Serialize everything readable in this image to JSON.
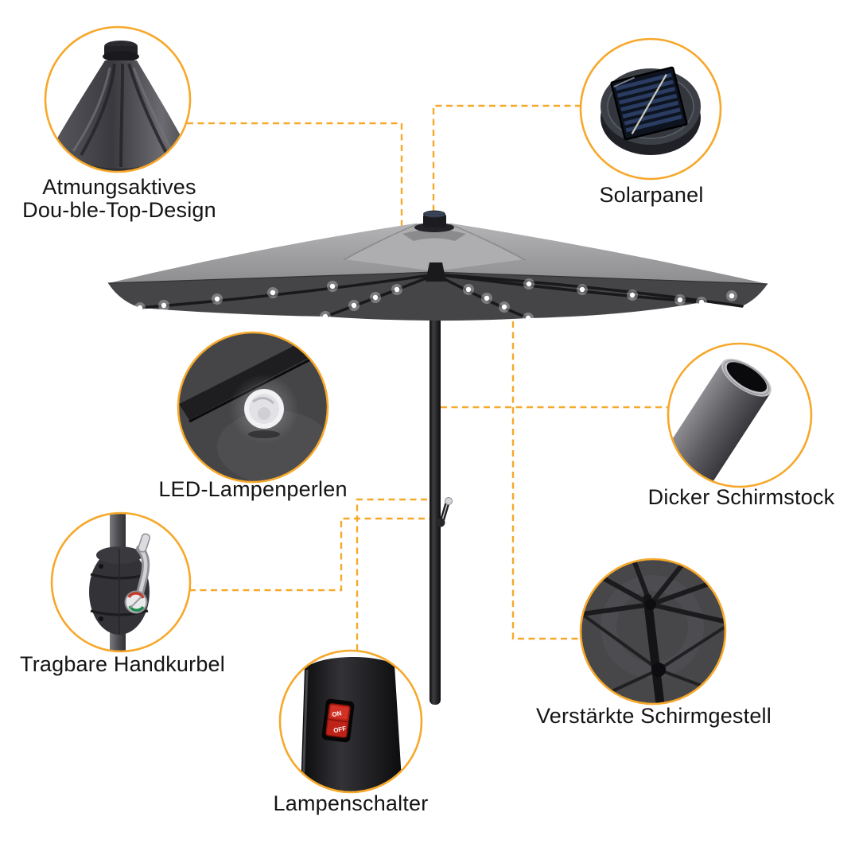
{
  "colors": {
    "accent": "#F6A82B",
    "label_text": "#141414",
    "canopy_top": "#9B9B9D",
    "canopy_underside": "#454548",
    "frame_black": "#1B1B1E",
    "led_white": "#FFFFFF",
    "switch_red": "#BF2318"
  },
  "features": [
    {
      "id": "double-top",
      "label_line1": "Atmungsaktives",
      "label_line2": "Dou-ble-Top-Design",
      "icon": "closed-canopy-top"
    },
    {
      "id": "solar-panel",
      "label": "Solarpanel",
      "icon": "solar-panel-disc"
    },
    {
      "id": "led-beads",
      "label": "LED-Lampenperlen",
      "icon": "led-bead-on-canopy"
    },
    {
      "id": "thick-pole",
      "label": "Dicker Schirmstock",
      "icon": "pole-tube"
    },
    {
      "id": "crank",
      "label": "Tragbare Handkurbel",
      "icon": "crank-handle"
    },
    {
      "id": "reinforced-frame",
      "label": "Verstärkte Schirmgestell",
      "icon": "umbrella-ribs-underside"
    },
    {
      "id": "light-switch",
      "label": "Lampenschalter",
      "icon": "on-off-switch"
    }
  ],
  "switch_labels": {
    "on": "ON",
    "off": "OFF"
  }
}
